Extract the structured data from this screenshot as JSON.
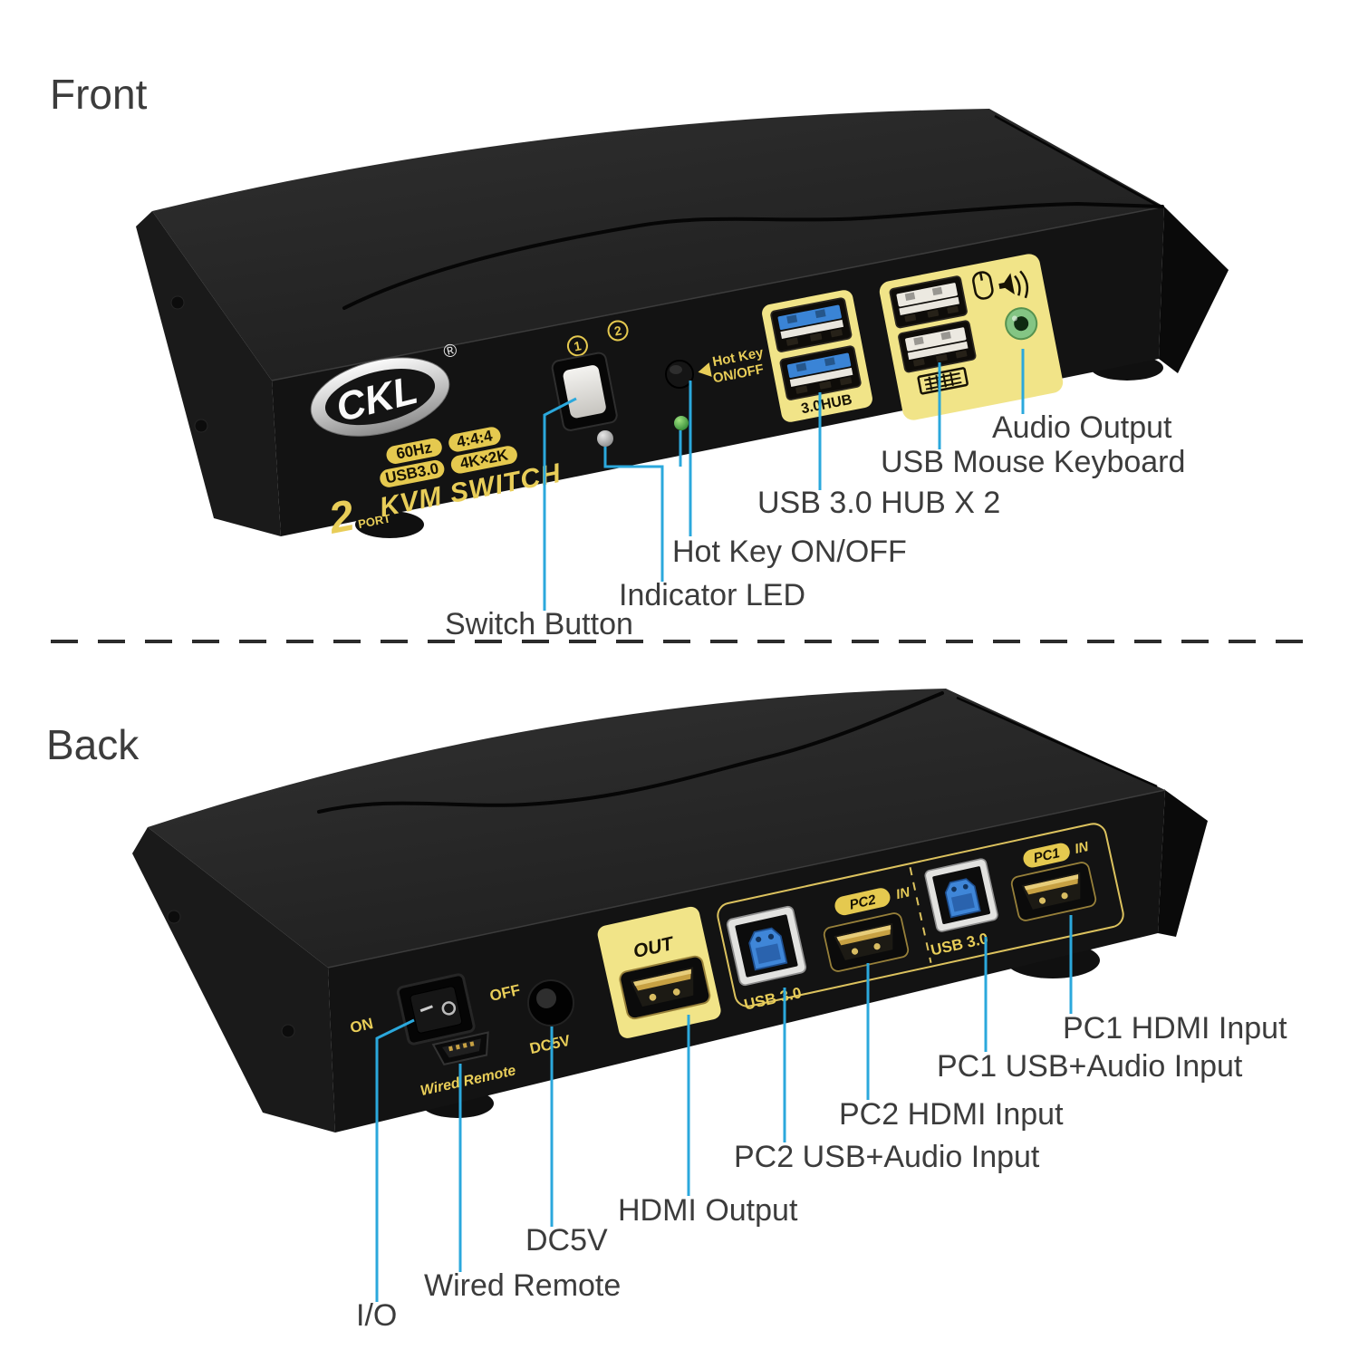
{
  "colors": {
    "callout_line": "#2BA8DC",
    "panel_yellow": "#F1E488",
    "badge_gold": "#E5C94F",
    "device_text_gold": "#E8CD58",
    "label_gray": "#3C3C3C",
    "usb_blue": "#3F86D8",
    "audio_green": "#84C584"
  },
  "front": {
    "heading": "Front",
    "device": {
      "brand": "CKL",
      "reg_mark": "®",
      "badges": [
        "60Hz",
        "4:4:4",
        "USB3.0",
        "4K×2K"
      ],
      "port_count": "2",
      "port_word": "PORT",
      "product_name": "KVM SWITCH",
      "button_numbers": [
        "1",
        "2"
      ],
      "hotkey_line1": "Hot Key",
      "hotkey_line2": "ON/OFF",
      "hub_caption": "3.0HUB"
    },
    "callouts": {
      "audio": "Audio Output",
      "usb_mouse_keyboard": "USB Mouse Keyboard",
      "usb_hub": "USB 3.0 HUB X 2",
      "hotkey": "Hot Key ON/OFF",
      "indicator_led": "Indicator LED",
      "switch_button": "Switch Button"
    }
  },
  "back": {
    "heading": "Back",
    "device": {
      "on": "ON",
      "off": "OFF",
      "dc": "DC5V",
      "wired_remote": "Wired Remote",
      "out": "OUT",
      "usb30_pc2": "USB 3.0",
      "usb30_pc1": "USB 3.0",
      "pc2": "PC2",
      "pc2_in": "IN",
      "pc1": "PC1",
      "pc1_in": "IN"
    },
    "callouts": {
      "pc1_hdmi": "PC1 HDMI Input",
      "pc1_usb": "PC1 USB+Audio Input",
      "pc2_hdmi": "PC2 HDMI Input",
      "pc2_usb": "PC2 USB+Audio Input",
      "hdmi_output": "HDMI Output",
      "dc5v": "DC5V",
      "wired_remote": "Wired Remote",
      "io": "I/O"
    }
  }
}
